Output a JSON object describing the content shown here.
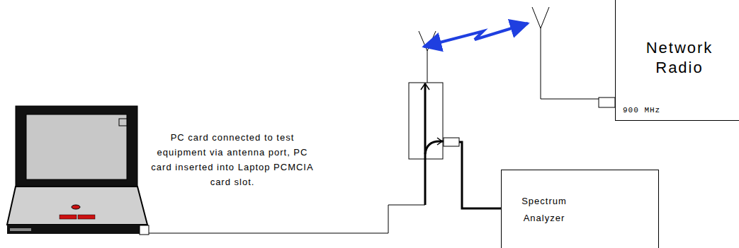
{
  "diagram": {
    "nodes": [
      {
        "text": [
          "Network Radio",
          "900 MHz"
        ]
      },
      {
        "text": [
          "Spectrum Analyzer"
        ]
      }
    ],
    "labels": [
      "PC card connected to test equipment via antenna port, PC card inserted into Laptop PCMCIA card slot."
    ]
  }
}
